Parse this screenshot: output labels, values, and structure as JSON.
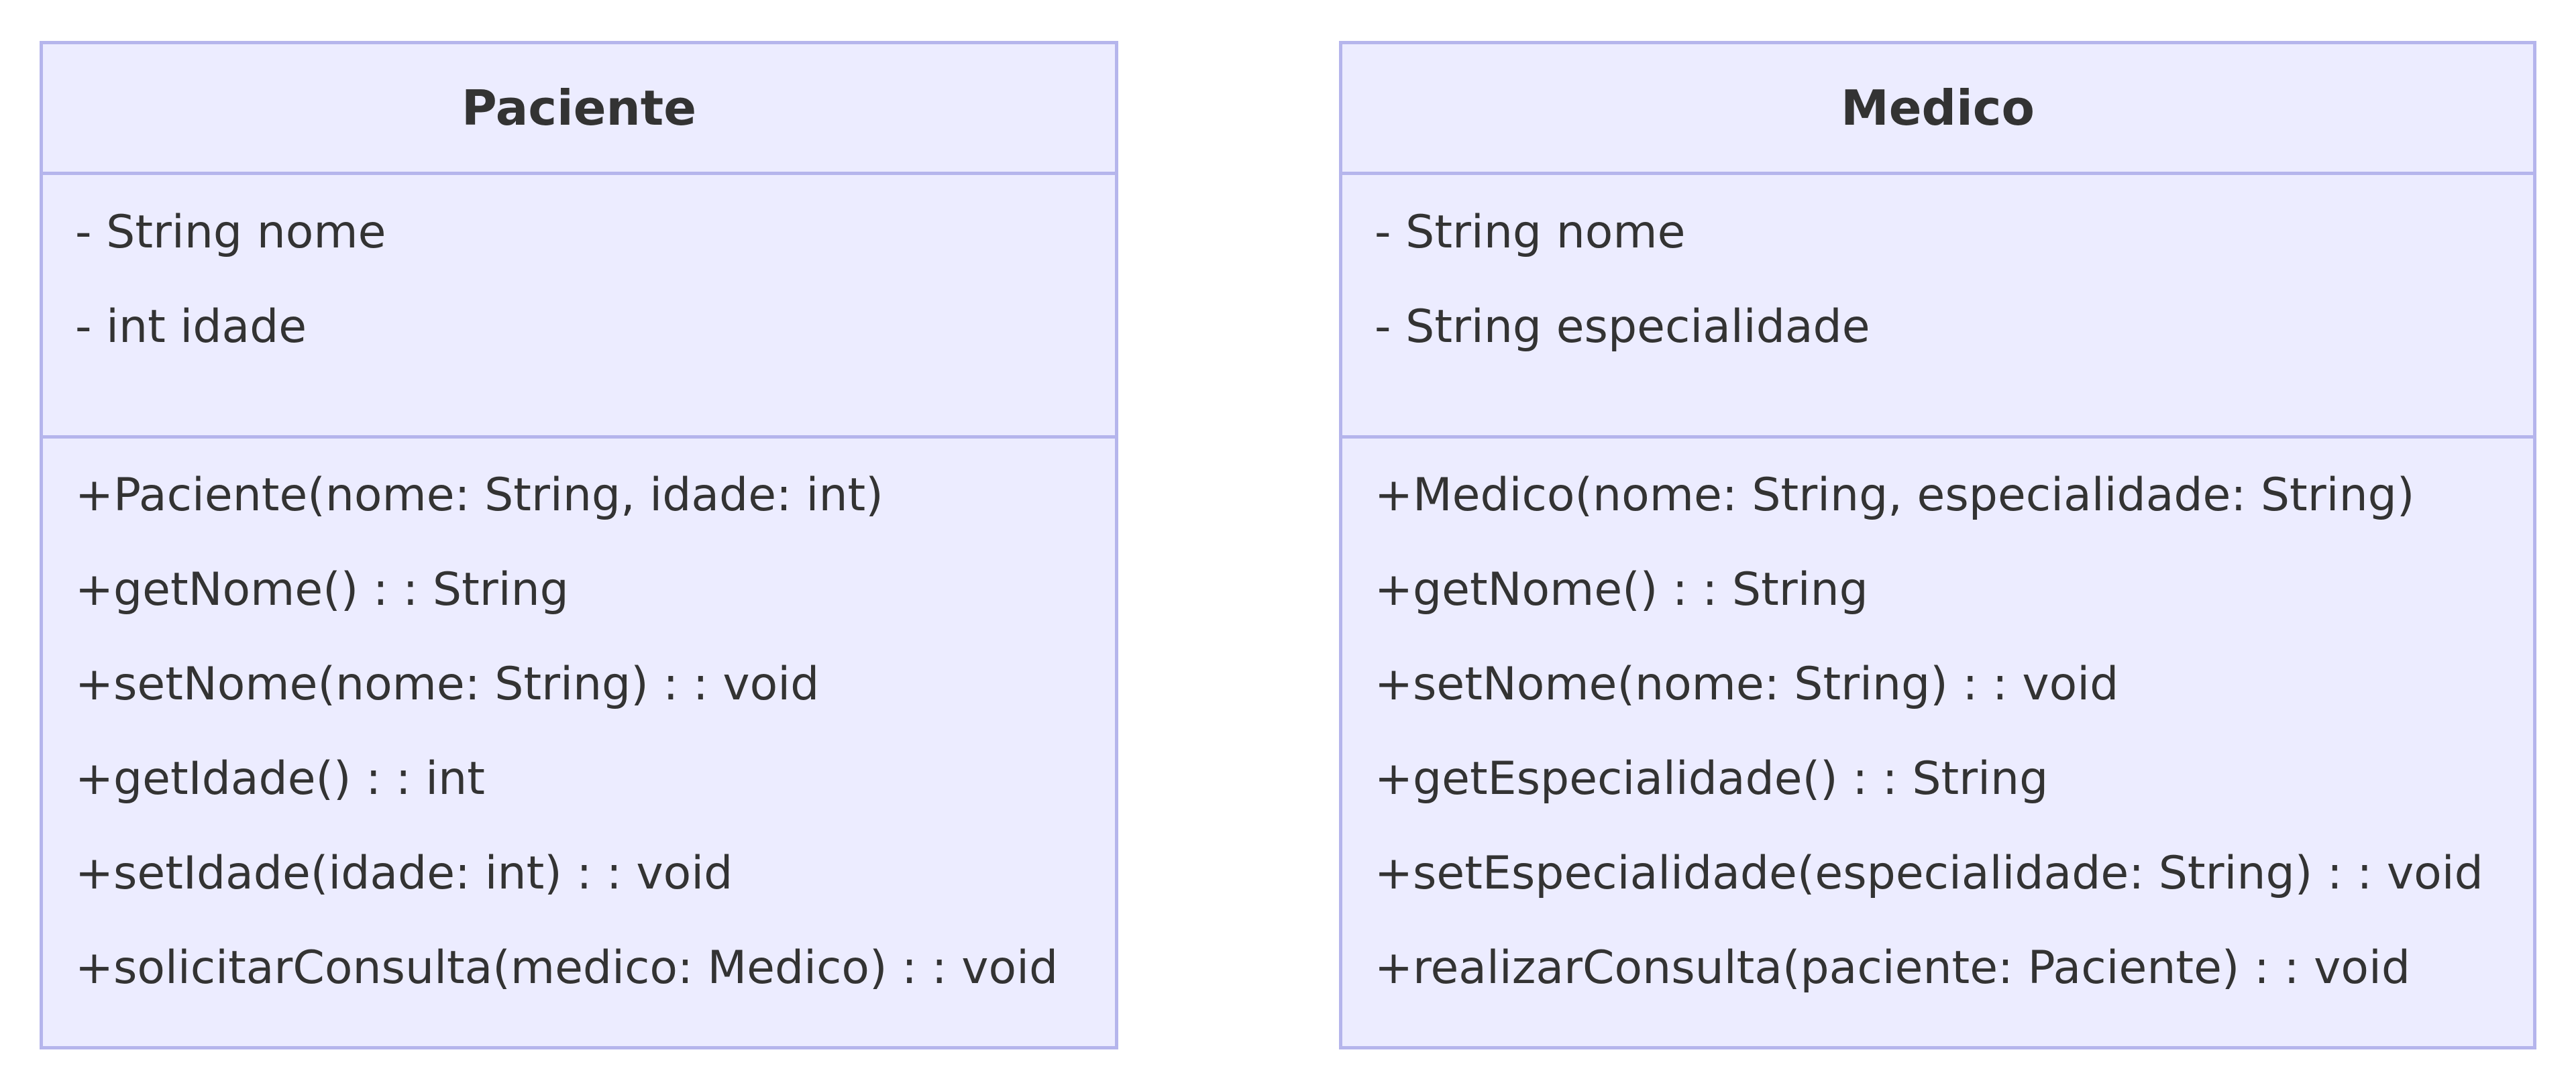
{
  "diagram": {
    "classes": [
      {
        "name": "Paciente",
        "attributes": [
          "- String nome",
          "- int idade"
        ],
        "methods": [
          "+Paciente(nome: String, idade: int)",
          "+getNome() : : String",
          "+setNome(nome: String) : : void",
          "+getIdade() : : int",
          "+setIdade(idade: int) : : void",
          "+solicitarConsulta(medico: Medico) : : void"
        ]
      },
      {
        "name": "Medico",
        "attributes": [
          "- String nome",
          "- String especialidade"
        ],
        "methods": [
          "+Medico(nome: String, especialidade: String)",
          "+getNome() : : String",
          "+setNome(nome: String) : : void",
          "+getEspecialidade() : : String",
          "+setEspecialidade(especialidade: String) : : void",
          "+realizarConsulta(paciente: Paciente) : : void"
        ]
      }
    ],
    "colors": {
      "box_fill": "#ECECFF",
      "box_border": "#B5B5EC",
      "text": "#333333"
    }
  }
}
